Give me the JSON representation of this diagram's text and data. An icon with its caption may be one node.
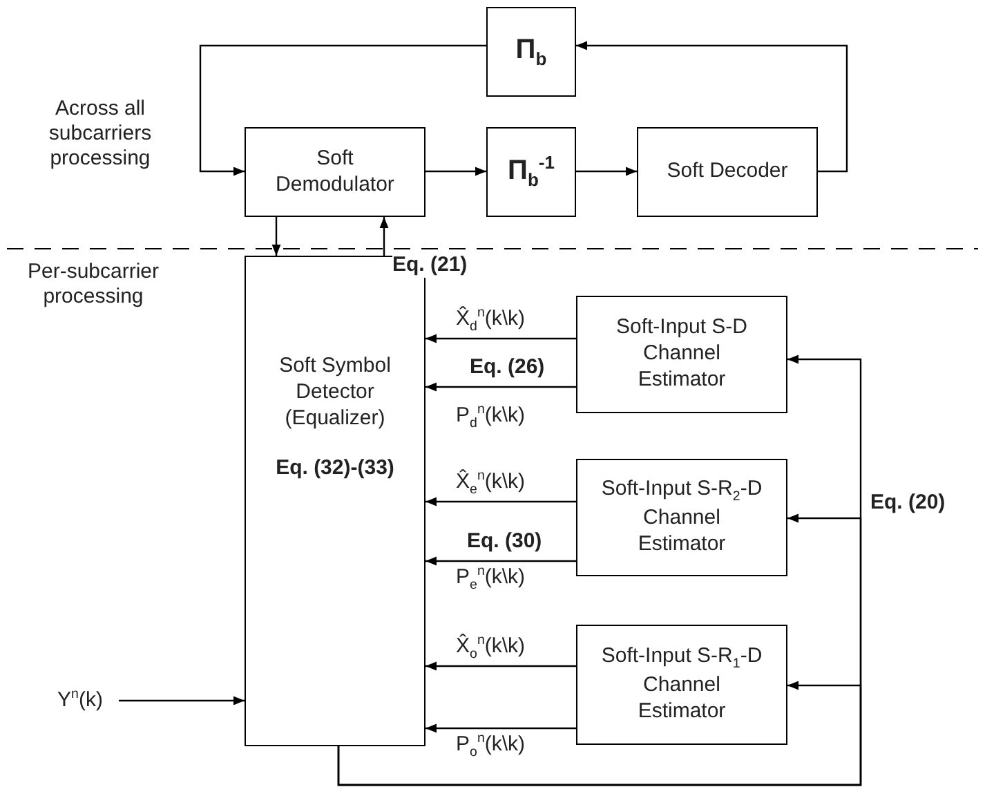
{
  "diagram": {
    "nodes": [
      {
        "text": [
          "Π$_{b}$"
        ]
      },
      {
        "text": [
          "Soft Demodulator"
        ]
      },
      {
        "text": [
          "Π$_{b}$$^{-1}$"
        ]
      },
      {
        "text": [
          "Soft Decoder"
        ]
      },
      {
        "text": [
          "Soft Symbol Detector (Equalizer)",
          "Eq. (32)-(33)"
        ]
      },
      {
        "text": [
          "Soft-Input S-D Channel Estimator"
        ]
      },
      {
        "text": [
          "Soft-Input S-R$_{2}$-D Channel Estimator"
        ]
      },
      {
        "text": [
          "Soft-Input S-R$_{1}$-D Channel Estimator"
        ]
      },
      {
        "text": [
          "Y$^{n}$(k)"
        ]
      }
    ],
    "edges": [
      {
        "from": 0,
        "to": 1,
        "arrow": "to"
      },
      {
        "from": 1,
        "to": 2,
        "arrow": "to"
      },
      {
        "from": 2,
        "to": 3,
        "arrow": "to"
      },
      {
        "from": 3,
        "to": 0,
        "arrow": "to"
      },
      {
        "from": 1,
        "to": 4,
        "arrow": "to"
      },
      {
        "from": 4,
        "to": 1,
        "arrow": "to",
        "label": "Eq. (21)"
      },
      {
        "from": 5,
        "to": 4,
        "arrow": "to",
        "label": "X̂$_{d}$$^{n}$(k\\k)"
      },
      {
        "from": 5,
        "to": 4,
        "arrow": "to",
        "label": "P$_{d}$$^{n}$(k\\k)"
      },
      {
        "from": 6,
        "to": 4,
        "arrow": "to",
        "label": "X̂$_{e}$$^{n}$(k\\k)"
      },
      {
        "from": 6,
        "to": 4,
        "arrow": "to",
        "label": "P$_{e}$$^{n}$(k\\k)"
      },
      {
        "from": 7,
        "to": 4,
        "arrow": "to",
        "label": "X̂$_{o}$$^{n}$(k\\k)"
      },
      {
        "from": 7,
        "to": 4,
        "arrow": "to",
        "label": "P$_{o}$$^{n}$(k\\k)"
      },
      {
        "from": 8,
        "to": 4,
        "arrow": "to"
      },
      {
        "from": 4,
        "to": 5,
        "arrow": "to"
      },
      {
        "from": 4,
        "to": 6,
        "arrow": "to"
      },
      {
        "from": 4,
        "to": 7,
        "arrow": "to"
      }
    ],
    "labels": [
      "Across all subcarriers processing",
      "Per-subcarrier processing",
      "Eq. (26)",
      "Eq. (30)",
      "Eq. (20)"
    ]
  }
}
